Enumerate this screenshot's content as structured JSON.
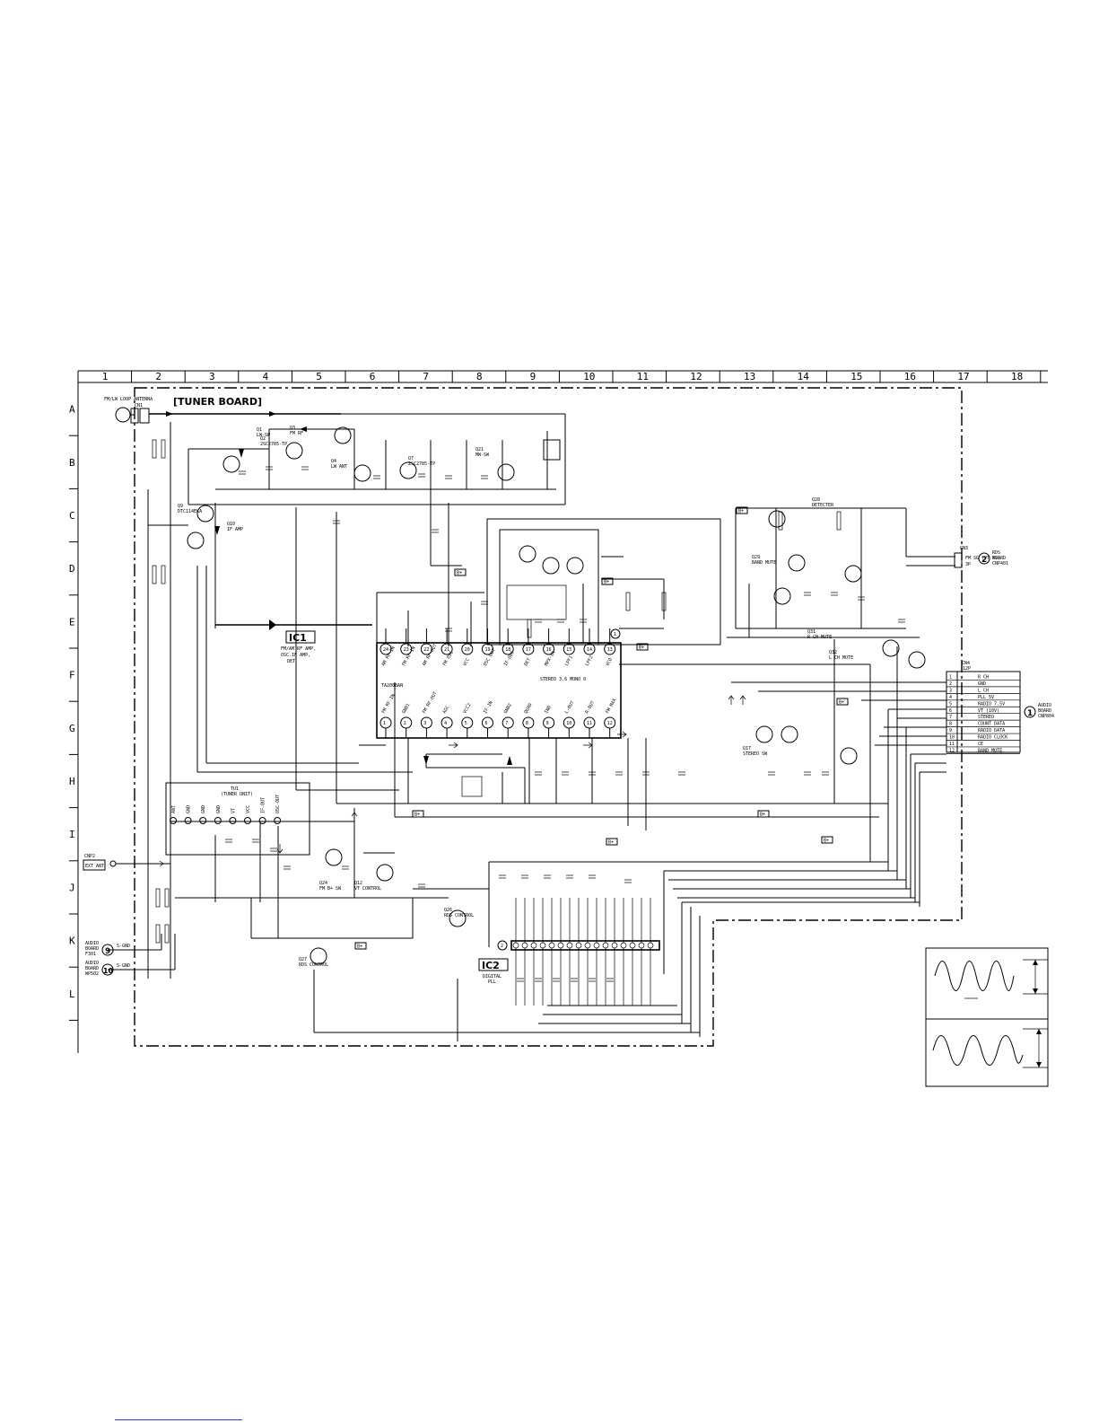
{
  "grid": {
    "columns": [
      "1",
      "2",
      "3",
      "4",
      "5",
      "6",
      "7",
      "8",
      "9",
      "10",
      "11",
      "12",
      "13",
      "14",
      "15",
      "16",
      "17",
      "18"
    ],
    "rows": [
      "A",
      "B",
      "C",
      "D",
      "E",
      "F",
      "G",
      "H",
      "I",
      "J",
      "K",
      "L"
    ]
  },
  "board": {
    "title": "[TUNER BOARD]",
    "antenna_label": "FM/LW LOOP ANTENNA",
    "antenna_connector": "CN1",
    "ext_ant_label": "EXT ANT",
    "ext_ant_connector": "CNP2"
  },
  "ic1": {
    "tag": "IC1",
    "description": [
      "FM/AM RF AMP,",
      "OSC.IF AMP,",
      "DET"
    ],
    "part": "TA2008AN",
    "pins_top": [
      "24",
      "23",
      "22",
      "21",
      "20",
      "19",
      "18",
      "17",
      "16",
      "15",
      "14",
      "13"
    ],
    "pins_bottom": [
      "1",
      "2",
      "3",
      "4",
      "5",
      "6",
      "7",
      "8",
      "9",
      "10",
      "11",
      "12"
    ],
    "inner_top_labels": [
      "AM RF-IN",
      "FM RF-IN",
      "AM RF-OUT",
      "FM OSC",
      "VCC",
      "OSC OUT",
      "IF-OUT",
      "DET",
      "MPX-IN",
      "LPF1",
      "LPF2",
      "VCO"
    ],
    "inner_bottom_labels": [
      "FM RF-IN",
      "GND1",
      "FM RF-OUT",
      "AGC",
      "VCC2",
      "IF-IN",
      "GND2",
      "QUAD",
      "IND",
      "L-OUT",
      "R-OUT",
      "FM MAX"
    ],
    "inner_note": "STEREO 3.6 MONO 0"
  },
  "ic2": {
    "tag": "IC2",
    "description": [
      "DIGITAL",
      "PLL"
    ]
  },
  "tuner_unit": {
    "label": "TU1",
    "sub": "(TUNER UNIT)",
    "pins": [
      "ANT",
      "GND",
      "GND",
      "GND",
      "VT",
      "VCC",
      "IF-OUT",
      "OSC-OUT"
    ]
  },
  "transistors": [
    {
      "ref": "Q1",
      "part": "LW-SW"
    },
    {
      "ref": "Q2",
      "part": "2SC2785-TP"
    },
    {
      "ref": "Q3",
      "part": "FM RF"
    },
    {
      "ref": "Q4",
      "part": "LW ANT"
    },
    {
      "ref": "Q7",
      "part": "2SC2785-TP"
    },
    {
      "ref": "Q21",
      "part": "MW-SW"
    },
    {
      "ref": "Q9",
      "part": "DTC114EKA"
    },
    {
      "ref": "Q10",
      "part": "IF AMP"
    },
    {
      "ref": "Q12",
      "part": "VT CONTROL"
    },
    {
      "ref": "Q24",
      "part": "FM B+ SW"
    },
    {
      "ref": "Q26",
      "part": "RDS CONTROL"
    },
    {
      "ref": "Q27",
      "part": "RDS CONTROL"
    },
    {
      "ref": "Q28",
      "part": "DETECTER"
    },
    {
      "ref": "Q29",
      "part": "BAND MUTE"
    },
    {
      "ref": "Q31",
      "part": "R CH MUTE"
    },
    {
      "ref": "Q32",
      "part": "L CH MUTE"
    },
    {
      "ref": "Q17",
      "part": "STEREO SW"
    }
  ],
  "cn4": {
    "ref": "CN4",
    "pin_count": "12P",
    "pins": [
      {
        "n": "1",
        "name": "R CH"
      },
      {
        "n": "2",
        "name": "GND"
      },
      {
        "n": "3",
        "name": "L CH"
      },
      {
        "n": "4",
        "name": "PLL 5V"
      },
      {
        "n": "5",
        "name": "RADIO 7.5V"
      },
      {
        "n": "6",
        "name": "VT (10V)"
      },
      {
        "n": "7",
        "name": "STEREO"
      },
      {
        "n": "8",
        "name": "COUNT DATA"
      },
      {
        "n": "9",
        "name": "RADIO DATA"
      },
      {
        "n": "10",
        "name": "RADIO CLOCK"
      },
      {
        "n": "11",
        "name": "CE"
      },
      {
        "n": "12",
        "name": "BAND MUTE"
      }
    ],
    "dest_mark": "1",
    "dest_label": [
      "AUDIO",
      "BOARD",
      "CNP804"
    ]
  },
  "cn3": {
    "ref": "CN3",
    "pin_count": "3P",
    "label": "FM SG (VT 4V)",
    "dest_mark": "2",
    "dest_label": [
      "RDS",
      "BOARD",
      "CNP401"
    ]
  },
  "audio_refs": [
    {
      "mark": "9",
      "label": [
        "AUDIO",
        "BOARD",
        "F301"
      ],
      "net": "S-GND"
    },
    {
      "mark": "10",
      "label": [
        "AUDIO",
        "BOARD",
        "WP502"
      ],
      "net": "S-GND"
    }
  ],
  "supply_tags": [
    "B+",
    "B+",
    "B+",
    "B+",
    "B+",
    "B+",
    "B+",
    "B+",
    "B+",
    "B+"
  ],
  "colors": {
    "ink": "#000000",
    "paper": "#ffffff",
    "rule": "#3344cc"
  }
}
